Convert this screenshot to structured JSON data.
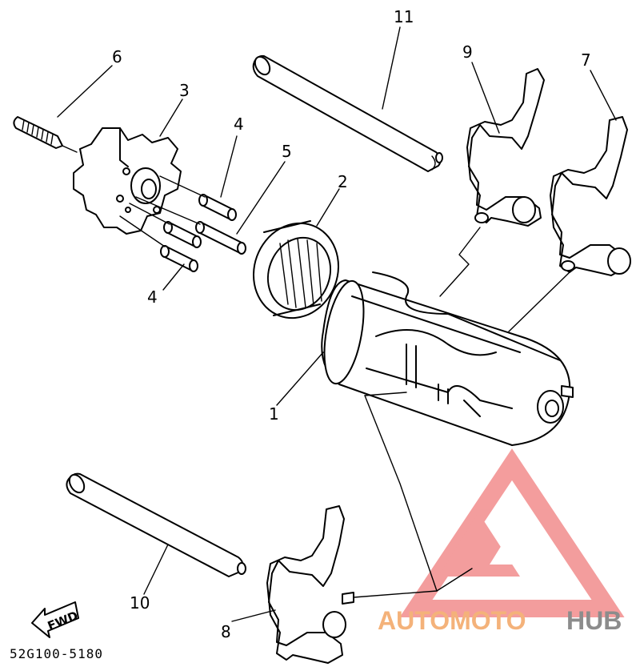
{
  "diagram": {
    "part_numbers": {
      "p1": "1",
      "p2": "2",
      "p3": "3",
      "p4a": "4",
      "p4b": "4",
      "p5": "5",
      "p6": "6",
      "p7": "7",
      "p8": "8",
      "p9": "9",
      "p10": "10",
      "p11": "11"
    },
    "fwd_label": "FWD",
    "drawing_code": "52G100-5180"
  },
  "watermark": {
    "auto": "AUTOMOTO",
    "hub": "HUB",
    "triangle_color": "#f28c8c",
    "auto_color": "#f4b27a",
    "hub_color": "#8c8c8c"
  }
}
